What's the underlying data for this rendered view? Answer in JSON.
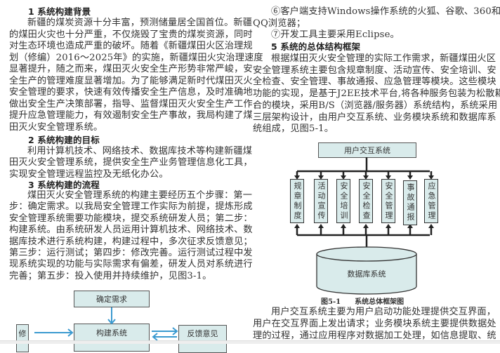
{
  "left": {
    "h1": "1  系统构建背景",
    "p1": [
      "新疆的煤炭资源十分丰富，预测储量居全国首位。新疆",
      "的煤田火灾也十分严重，不仅烧毁了宝贵的煤炭资源，同时",
      "对生态环境也造成严重的破坏。随着《新疆煤田火区治理规",
      "划（修编）2016～2025年》的实施，新疆煤田火灾治理速度",
      "显著提升，随之而来，煤田灭火安全生产形势非常严峻，安",
      "全生产的管理难度显著增加。为了能够满足新时代煤田灭火",
      "安全管理的要求，快速有效传播安全生产信息，及时准确地",
      "做出安全生产决策部署，指导、监督煤田灭火安全生产工作，",
      "提升应急管理能力，有效遏制安全生产事故，我局构建了煤",
      "田灭火安全管理系统。"
    ],
    "h2": "2  系统构建的目标",
    "p2": [
      "利用计算机技术、网络技术、数据库技术等构建新疆煤",
      "田灭火安全管理系统，提供安全生产业务管理信息化工具，",
      "实现安全管理远程监控及无纸化办公。"
    ],
    "h3": "3  系统构建的流程",
    "p3": [
      "煤田灭火安全管理系统的构建主要经历五个步骤：第一",
      "步：确定需求。以我局安全管理工作实际为前提，提炼形成",
      "安全管理系统需要功能模块，提交系统研发人员；第二步：",
      "构建系统。由系统研发人员运用计算机技术、网络技术、数",
      "据库技术进行系统构建，构建过程中，多次征求反馈意见；",
      "第三步：运行测试；第四步：修改完善。运行测试过程中发",
      "现系统实现的功能与实际需求有偏差，研发人员对系统进行",
      "完善；第五步：投入使用并持续维护，见图3-1。"
    ],
    "flow": {
      "need": "确定需求",
      "build": "构建系统",
      "fix": "修",
      "feedback": "反馈意见"
    }
  },
  "right": {
    "p0": [
      "⑥客户端支持Windows操作系统的火狐、谷歌、360和",
      "QQ浏览器；",
      "⑦开发工具主要采用Eclipse。"
    ],
    "h5": "5  系统的总体结构框架",
    "p5": [
      "根据煤田灭火安全管理的实际工作需求，新疆煤田火区",
      "安全管理系统主要包含规章制度、活动宣传、安全培训、安",
      "全检查、安全管理、事故通报、应急管理等模块。这些模块",
      "功能的实现，是基于J2EE技术平台,将各种服务包装为松散耦",
      "合的模块，采用B/S（浏览器/服务器）系统结构，系统采用",
      "三层架构设计，由用户交互系统、业务模块系统和数据库系",
      "统组成，见图5-1。"
    ],
    "diagram": {
      "top": "用户交互系统",
      "modules": [
        "规章制度",
        "活动宣传",
        "安全培训",
        "安全检查",
        "安全管理",
        "事故通报",
        "应急管理"
      ],
      "db": "数据库系统",
      "caption": "图5-1　　系统总体框架图"
    },
    "p6": [
      "用户交互系统主要为用户启动功能处理提供交互界面，",
      "用户在交互界面上发出请求；业务模块系统主要提供数据处",
      "理的过程，通过应用程序对数据加工处理，如信息提取、统"
    ]
  }
}
